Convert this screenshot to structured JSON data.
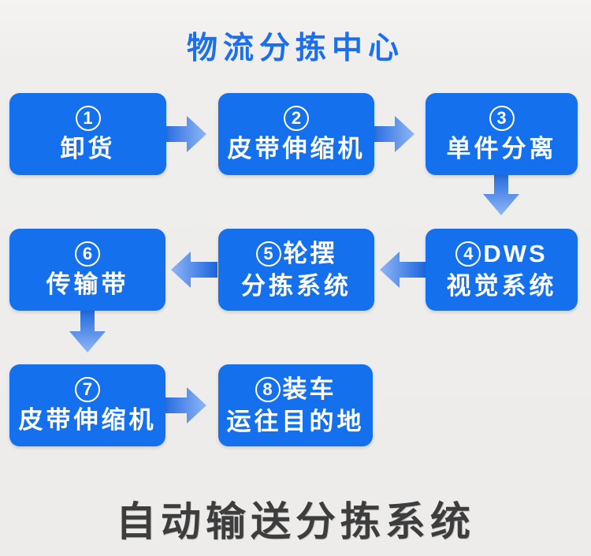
{
  "header": {
    "title": "物流分拣中心"
  },
  "footer": {
    "title": "自动输送分拣系统"
  },
  "flow": {
    "nodes": [
      {
        "num": "1",
        "title": "",
        "line2": "卸货"
      },
      {
        "num": "2",
        "title": "",
        "line2": "皮带伸缩机"
      },
      {
        "num": "3",
        "title": "",
        "line2": "单件分离"
      },
      {
        "num": "4",
        "title": "DWS",
        "line2": "视觉系统"
      },
      {
        "num": "5",
        "title": "轮摆",
        "line2": "分拣系统"
      },
      {
        "num": "6",
        "title": "",
        "line2": "传输带"
      },
      {
        "num": "7",
        "title": "",
        "line2": "皮带伸缩机"
      },
      {
        "num": "8",
        "title": "装车",
        "line2": "运往目的地"
      }
    ],
    "arrows": [
      {
        "from": 1,
        "to": 2,
        "direction": "right"
      },
      {
        "from": 2,
        "to": 3,
        "direction": "right"
      },
      {
        "from": 3,
        "to": 4,
        "direction": "down"
      },
      {
        "from": 4,
        "to": 5,
        "direction": "left"
      },
      {
        "from": 5,
        "to": 6,
        "direction": "left"
      },
      {
        "from": 6,
        "to": 7,
        "direction": "down"
      },
      {
        "from": 7,
        "to": 8,
        "direction": "right"
      }
    ]
  },
  "colors": {
    "background": "#efeeec",
    "node_fill": "#1570ee",
    "node_text": "#ffffff",
    "top_title": "#1c6ef0",
    "footer_text": "#3d3d3d",
    "arrow_tail": "#1a64dd",
    "arrow_head": "#90b6f4"
  }
}
